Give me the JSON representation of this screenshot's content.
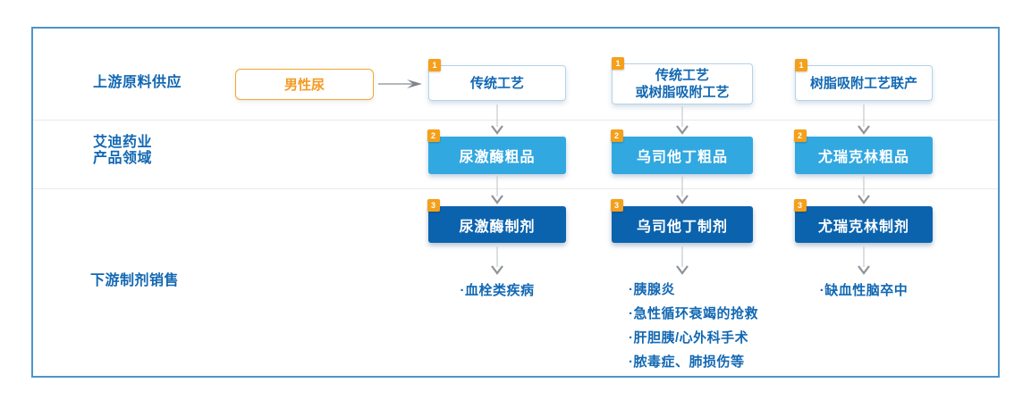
{
  "row_labels": {
    "upstream": "上游原料供应",
    "company_line1": "艾迪药业",
    "company_line2": "产品领域",
    "downstream": "下游制剂销售"
  },
  "source": {
    "label": "男性尿"
  },
  "columns": [
    {
      "process": {
        "badge": "1",
        "lines": [
          "传统工艺"
        ]
      },
      "crude": {
        "badge": "2",
        "label": "尿激酶粗品"
      },
      "formulation": {
        "badge": "3",
        "label": "尿激酶制剂"
      },
      "indications": [
        "·血栓类疾病"
      ]
    },
    {
      "process": {
        "badge": "1",
        "lines": [
          "传统工艺",
          "或树脂吸附工艺"
        ]
      },
      "crude": {
        "badge": "2",
        "label": "乌司他丁粗品"
      },
      "formulation": {
        "badge": "3",
        "label": "乌司他丁制剂"
      },
      "indications": [
        "·胰腺炎",
        "·急性循环衰竭的抢救",
        "·肝胆胰/心外科手术",
        "·脓毒症、肺损伤等"
      ]
    },
    {
      "process": {
        "badge": "1",
        "lines": [
          "树脂吸附工艺联产"
        ]
      },
      "crude": {
        "badge": "2",
        "label": "尤瑞克林粗品"
      },
      "formulation": {
        "badge": "3",
        "label": "尤瑞克林制剂"
      },
      "indications": [
        "·缺血性脑卒中"
      ]
    }
  ],
  "colors": {
    "blue_text": "#1268b3",
    "light_blue_box": "#31a8e0",
    "dark_blue_box": "#0b63ae",
    "badge_orange": "#f5a01a",
    "source_orange_text": "#f59a23",
    "source_orange_border": "#f0a830",
    "panel_border": "#4d94cc",
    "arrow_gray": "#8d9499",
    "divider_gray": "#e9e9e9"
  }
}
